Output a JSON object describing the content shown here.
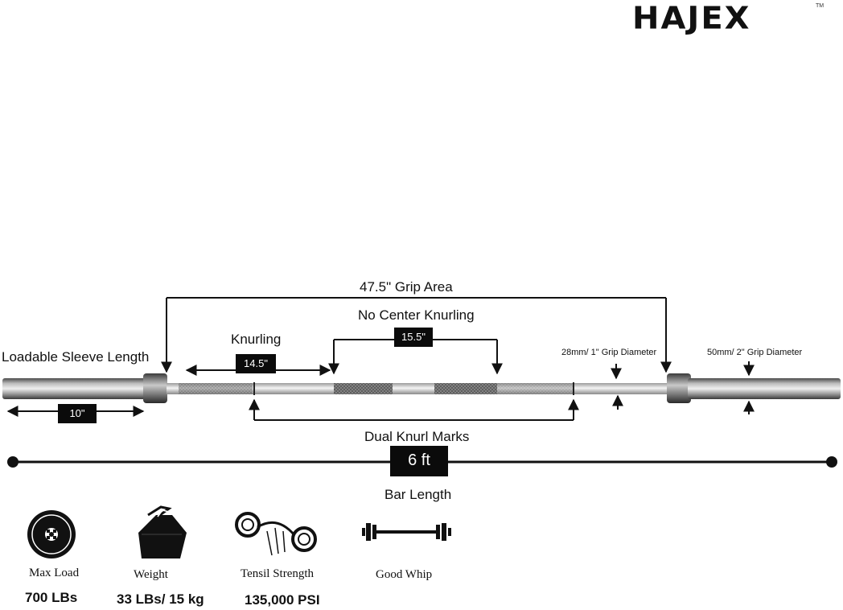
{
  "brand": {
    "name": "HAJEX",
    "trademark": "TM"
  },
  "diagram": {
    "grip_area_label": "47.5\" Grip Area",
    "no_center_knurling_label": "No Center Knurling",
    "center_length": "15.5\"",
    "knurling_label": "Knurling",
    "knurling_length": "14.5\"",
    "sleeve_label": "Loadable Sleeve Length",
    "sleeve_length": "10\"",
    "grip_diameter_label": "28mm/ 1\" Grip Diameter",
    "sleeve_diameter_label": "50mm/ 2\" Grip Diameter",
    "dual_knurl_label": "Dual Knurl Marks",
    "bar_length_value": "6 ft",
    "bar_length_label": "Bar Length"
  },
  "features": [
    {
      "icon": "max-load-icon",
      "label": "Max Load",
      "value": "700 LBs"
    },
    {
      "icon": "weight-icon",
      "label": "Weight",
      "value": "33 LBs/ 15 kg"
    },
    {
      "icon": "tensil-strength-icon",
      "label": "Tensil Strength",
      "value": "135,000 PSI"
    },
    {
      "icon": "good-whip-icon",
      "label": "Good Whip",
      "value": ""
    }
  ],
  "colors": {
    "ink": "#111111",
    "steel_light": "#d9d9d9",
    "steel_dark": "#5a5a5a",
    "background": "#ffffff"
  }
}
